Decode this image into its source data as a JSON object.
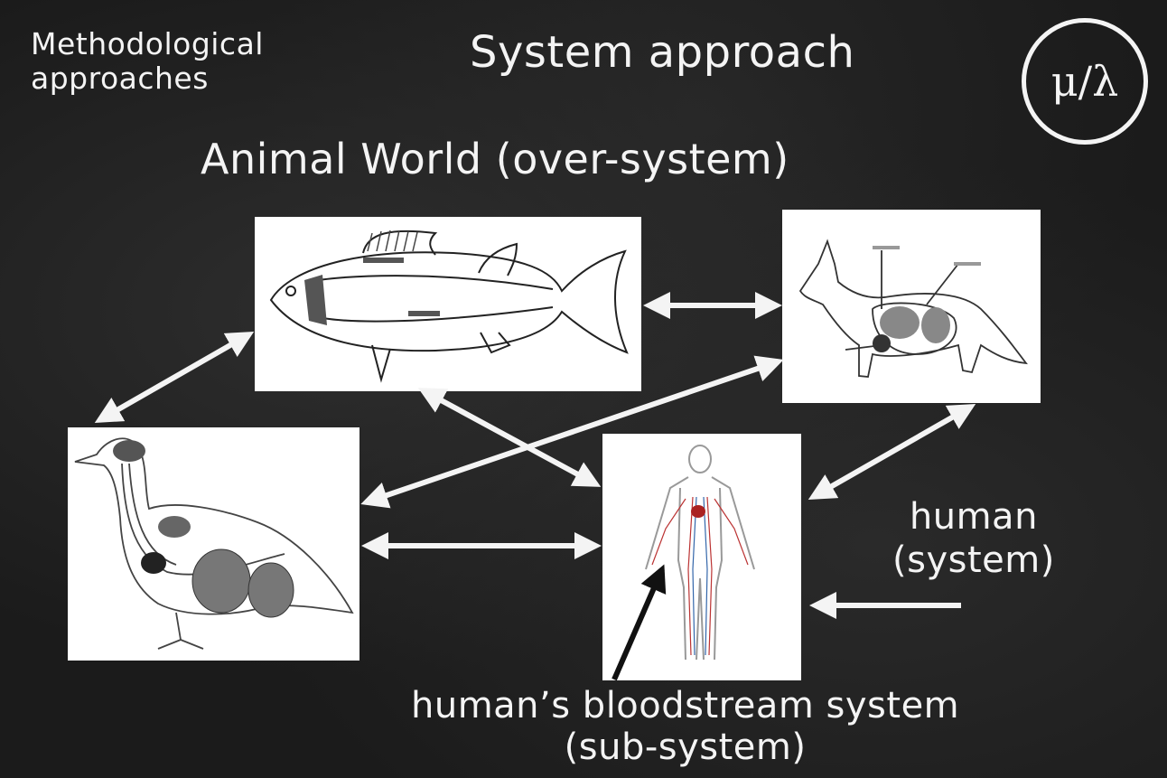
{
  "slide": {
    "top_left_label": [
      "Methodological",
      "approaches"
    ],
    "title": "System approach",
    "subtitle": "Animal World (over-system)",
    "logo_text": "μ/λ",
    "human_label": [
      "human",
      "(system)"
    ],
    "bloodstream_label": [
      "human’s bloodstream system",
      "(sub-system)"
    ]
  },
  "panels": [
    {
      "name": "fish",
      "icon": "fish-circulatory-diagram"
    },
    {
      "name": "dog",
      "icon": "mammal-circulatory-diagram"
    },
    {
      "name": "bird",
      "icon": "bird-circulatory-diagram"
    },
    {
      "name": "human",
      "icon": "human-bloodstream-diagram"
    }
  ],
  "colors": {
    "board": "#1b1b1b",
    "chalk": "#f4f4f4",
    "panel": "#ffffff"
  }
}
